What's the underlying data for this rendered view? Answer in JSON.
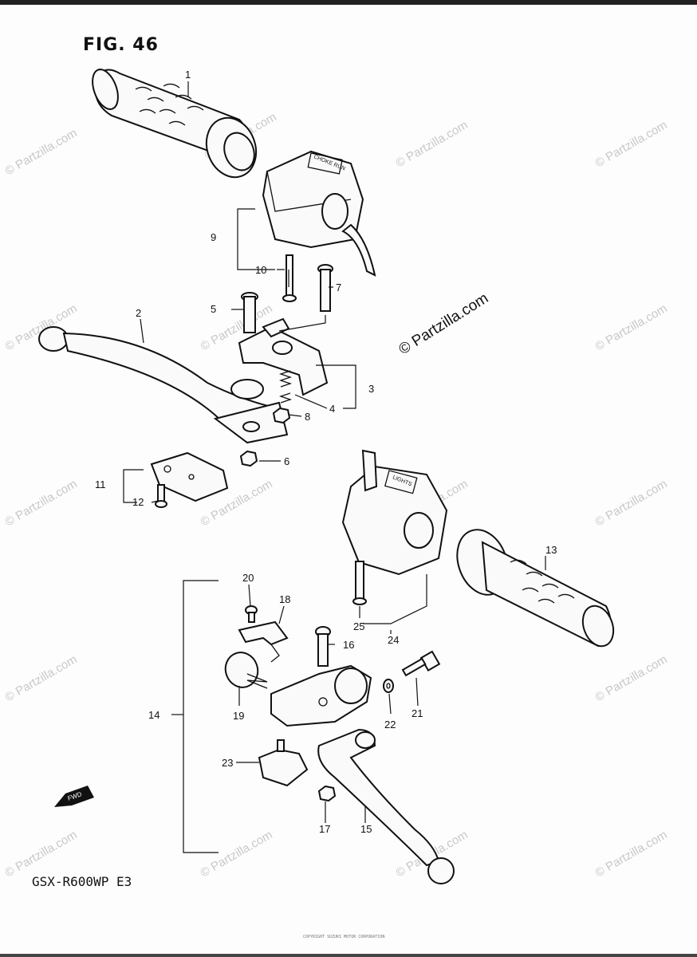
{
  "figure": {
    "title": "FIG. 46",
    "model_code": "GSX-R600WP  E3"
  },
  "watermark": {
    "text": "© Partzilla.com"
  },
  "fwd_marker": {
    "label": "FWD"
  },
  "housing_labels": {
    "right_switch": "CHOKE RUN",
    "left_switch": "LIGHTS"
  },
  "callouts": [
    "1",
    "2",
    "3",
    "4",
    "5",
    "6",
    "7",
    "8",
    "9",
    "10",
    "11",
    "12",
    "13",
    "14",
    "15",
    "16",
    "17",
    "18",
    "19",
    "20",
    "21",
    "22",
    "23",
    "24",
    "25"
  ],
  "fine_print": "COPYRIGHT SUZUKI MOTOR CORPORATION"
}
